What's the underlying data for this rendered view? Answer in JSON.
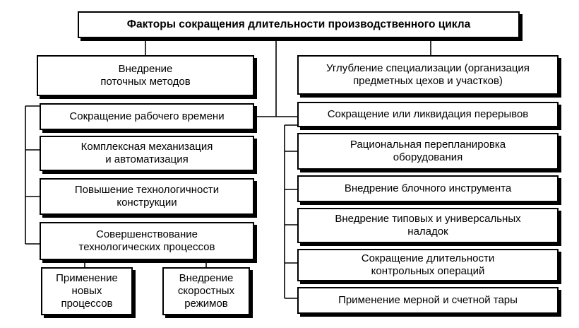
{
  "title": "Факторы сокращения длительности производственного цикла",
  "left": {
    "flow": "Внедрение\nпоточных методов",
    "work_time": "Сокращение рабочего времени",
    "mechanization": "Комплексная механизация\nи автоматизация",
    "manufacturability": "Повышение технологичности\nконструкции",
    "processes": "Совершенствование\nтехнологических процессов",
    "new_processes": "Применение\nновых\nпроцессов",
    "high_speed": "Внедрение\nскоростных\nрежимов"
  },
  "right": {
    "specialization": "Углубление специализации (организация\nпредметных цехов и участков)",
    "breaks": "Сокращение или ликвидация перерывов",
    "replanning": "Рациональная перепланировка\nоборудования",
    "block_tools": "Внедрение блочного инструмента",
    "setups": "Внедрение типовых и универсальных\nналадок",
    "control_ops": "Сокращение длительности\nконтрольных операций",
    "containers": "Применение мерной и счетной тары"
  }
}
